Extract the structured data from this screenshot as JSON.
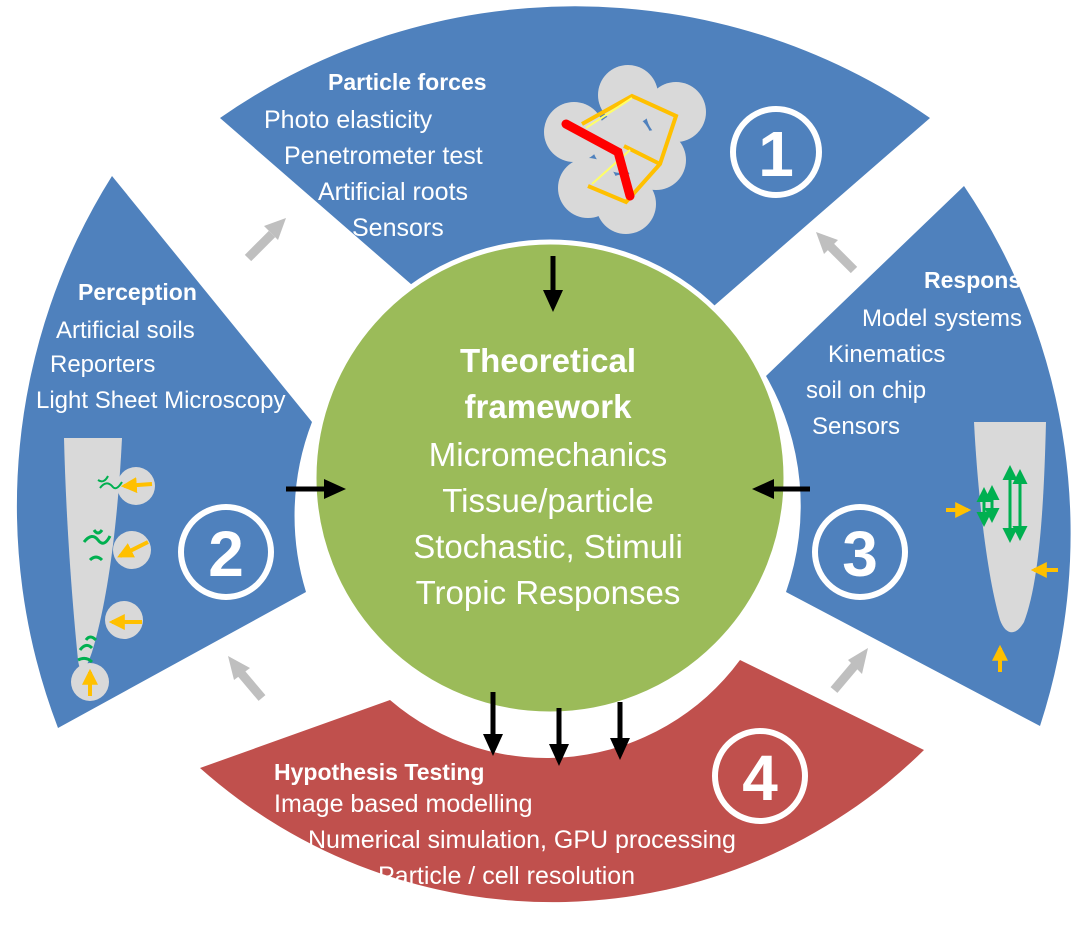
{
  "colors": {
    "blue_segment": "#4f81bd",
    "red_segment": "#c0504d",
    "center_circle": "#9bbb59",
    "gray_arrow": "#bfbfbf",
    "black_arrow": "#000000",
    "particle": "#d9d9d9",
    "force_red": "#ff0000",
    "force_orange": "#ffc000",
    "force_yellow": "#ffff66",
    "hair_green": "#00b050",
    "white": "#ffffff"
  },
  "center": {
    "title_line1": "Theoretical",
    "title_line2": "framework",
    "items": [
      "Micromechanics",
      "Tissue/particle",
      "Stochastic, Stimuli",
      "Tropic Responses"
    ]
  },
  "segments": {
    "particle_forces": {
      "number": "1",
      "title": "Particle forces",
      "items": [
        "Photo elasticity",
        "Penetrometer test",
        "Artificial roots",
        "Sensors"
      ]
    },
    "perception": {
      "number": "2",
      "title": "Perception",
      "items": [
        "Artificial soils",
        "Reporters",
        "Light Sheet Microscopy"
      ]
    },
    "response": {
      "number": "3",
      "title": "Response",
      "items": [
        "Model systems",
        "Kinematics",
        "soil on chip",
        "Sensors"
      ]
    },
    "hypothesis_testing": {
      "number": "4",
      "title": "Hypothesis Testing",
      "items": [
        "Image based modelling",
        "Numerical simulation, GPU processing",
        "Particle / cell resolution"
      ]
    }
  },
  "icons": {
    "cycle_arrows": "gray-arrow-icon",
    "input_arrows": "black-arrow-icon",
    "particle_cluster": "particle-cluster-icon",
    "root_tip": "root-tip-icon"
  }
}
